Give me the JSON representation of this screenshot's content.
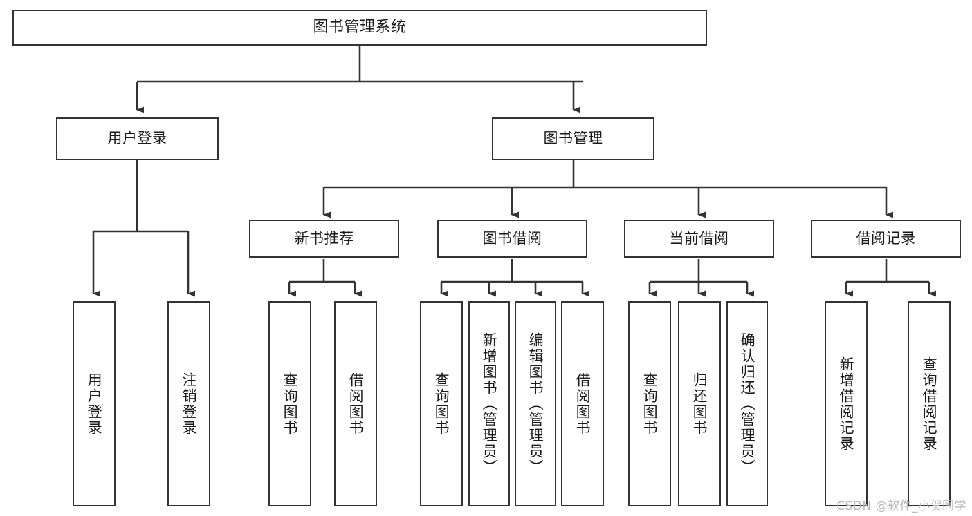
{
  "diagram": {
    "title": "图书管理系统",
    "type": "tree-hierarchy",
    "watermark": "CSDN @软件_小贺同学",
    "colors": {
      "border": "#333333",
      "background": "#ffffff",
      "text": "#1a1a1a",
      "edge": "#333333",
      "watermark": "#b7b7b7"
    },
    "nodes": {
      "root": {
        "label": "图书管理系统"
      },
      "level2": [
        {
          "id": "user-login",
          "label": "用户登录"
        },
        {
          "id": "book-management",
          "label": "图书管理"
        }
      ],
      "level3": [
        {
          "id": "new-book-recommend",
          "label": "新书推荐"
        },
        {
          "id": "book-borrow",
          "label": "图书借阅"
        },
        {
          "id": "current-borrow",
          "label": "当前借阅"
        },
        {
          "id": "borrow-record",
          "label": "借阅记录"
        }
      ],
      "leaves": {
        "user-login": [
          {
            "id": "leaf-user-login",
            "label": "用户登录"
          },
          {
            "id": "leaf-logout-login",
            "label": "注销登录"
          }
        ],
        "new-book-recommend": [
          {
            "id": "leaf-query-book-1",
            "label": "查询图书"
          },
          {
            "id": "leaf-borrow-book-1",
            "label": "借阅图书"
          }
        ],
        "book-borrow": [
          {
            "id": "leaf-query-book-2",
            "label": "查询图书"
          },
          {
            "id": "leaf-add-book",
            "label": "新增图书（管理员）"
          },
          {
            "id": "leaf-edit-book",
            "label": "编辑图书（管理员）"
          },
          {
            "id": "leaf-borrow-book-2",
            "label": "借阅图书"
          }
        ],
        "current-borrow": [
          {
            "id": "leaf-query-book-3",
            "label": "查询图书"
          },
          {
            "id": "leaf-return-book",
            "label": "归还图书"
          },
          {
            "id": "leaf-confirm-return",
            "label": "确认归还（管理员）"
          }
        ],
        "borrow-record": [
          {
            "id": "leaf-add-record",
            "label": "新增借阅记录"
          },
          {
            "id": "leaf-query-record",
            "label": "查询借阅记录"
          }
        ]
      }
    }
  }
}
